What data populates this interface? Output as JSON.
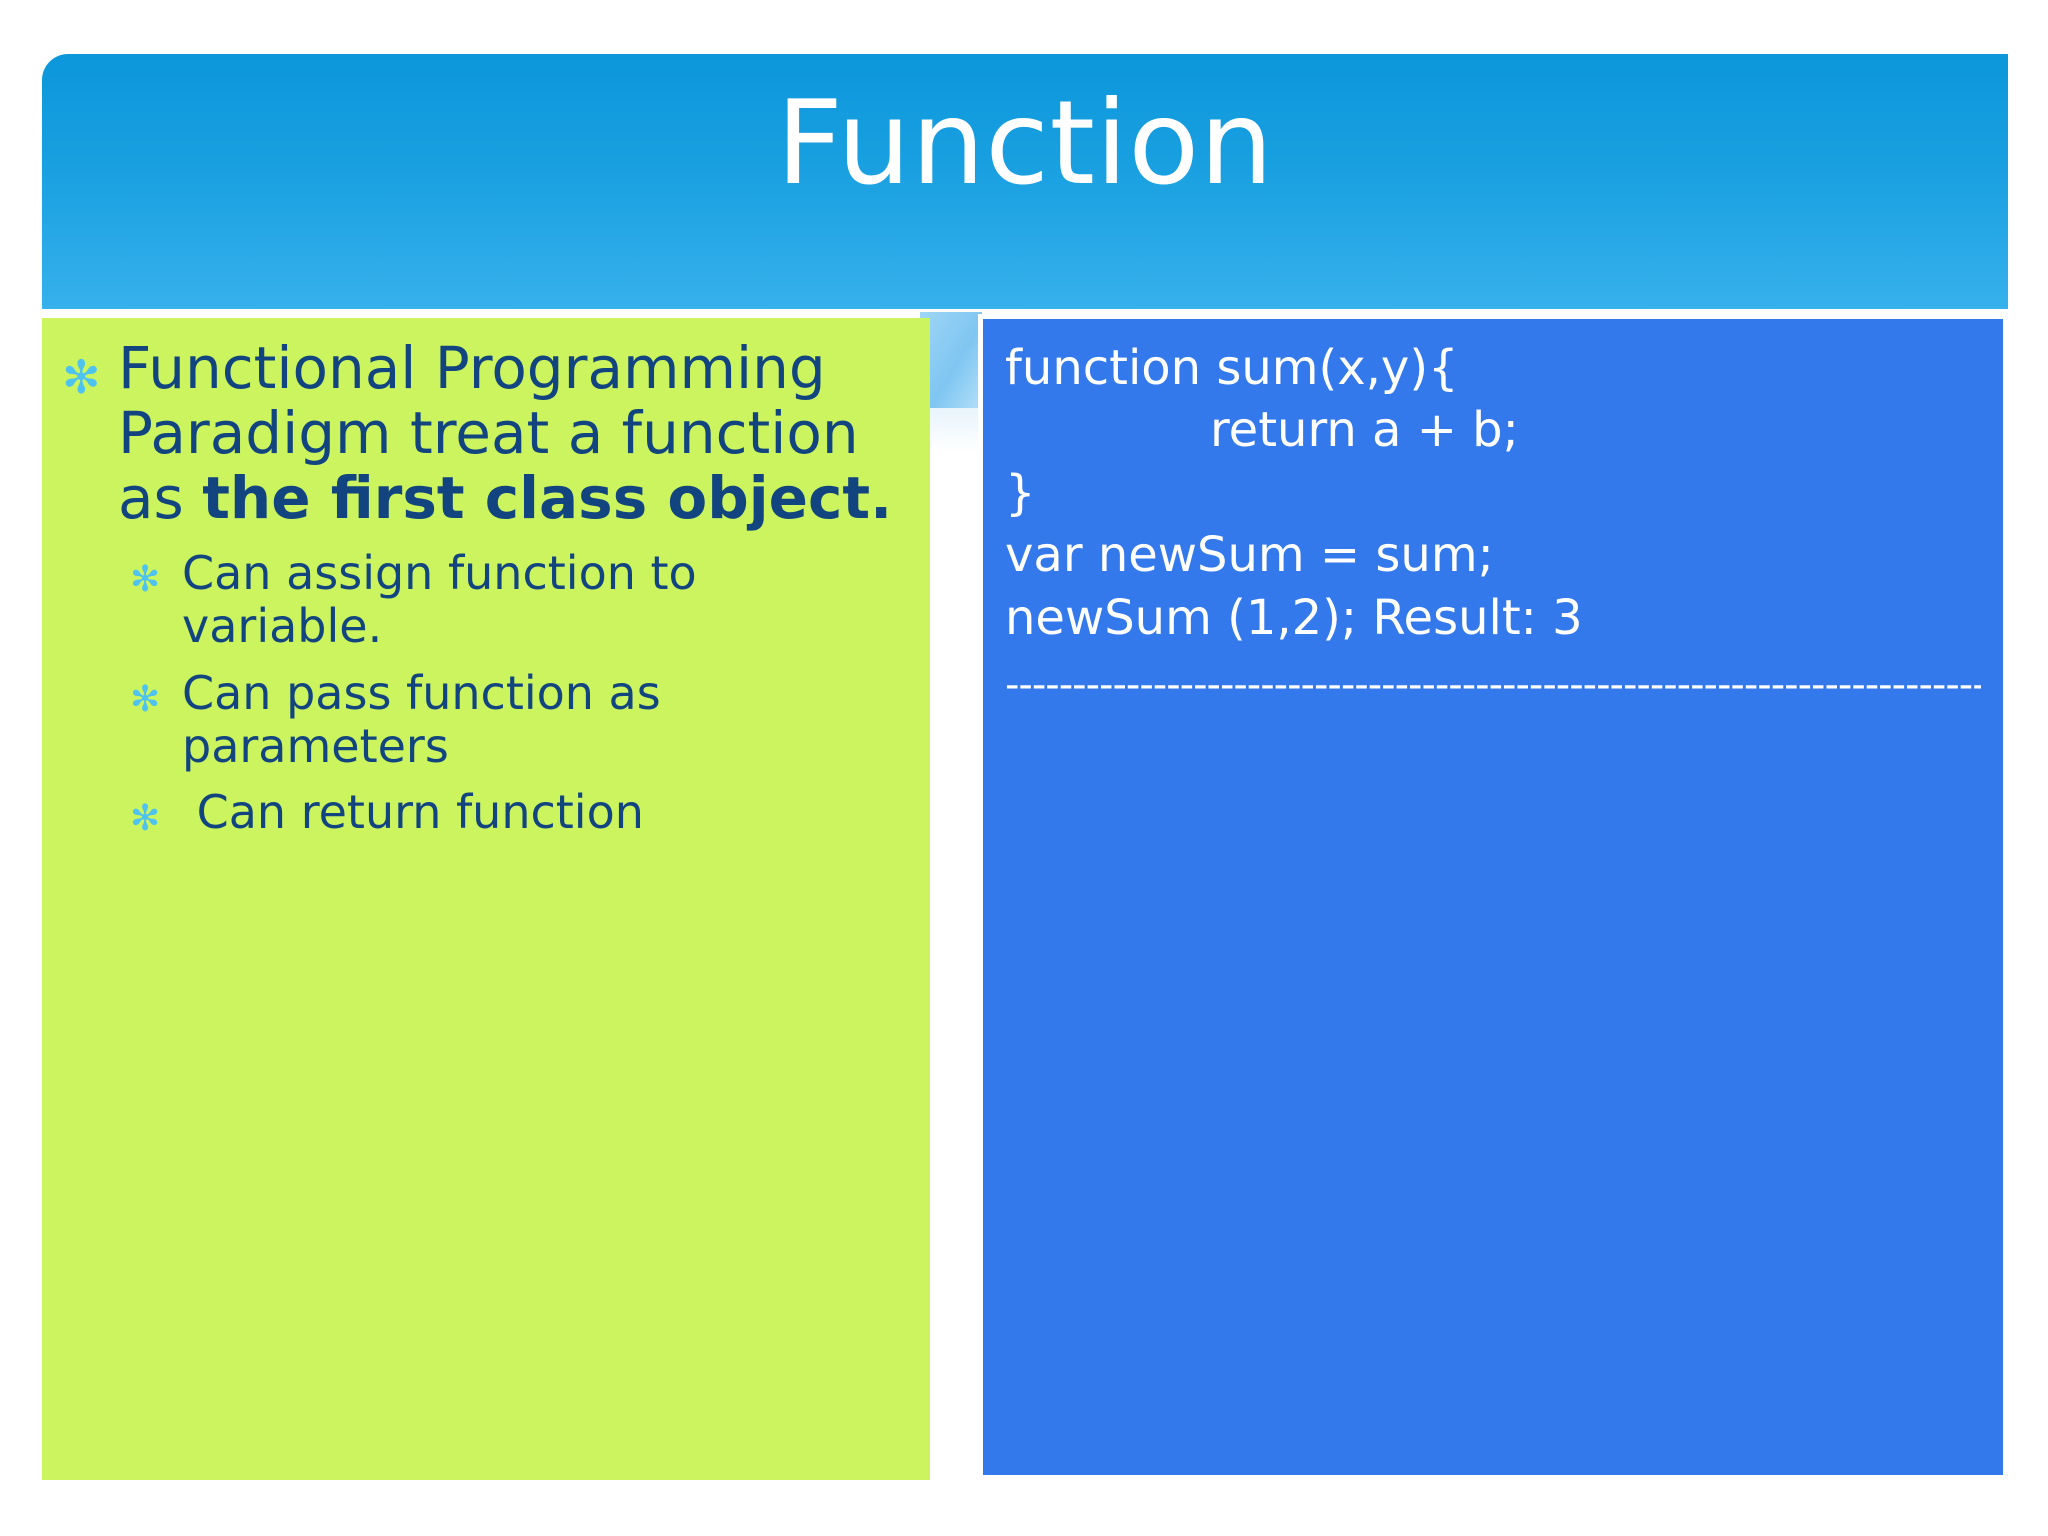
{
  "slide": {
    "title": "Function",
    "colors": {
      "header_gradient_top": "#0C97DB",
      "header_gradient_bottom": "#36B1EC",
      "left_panel_bg": "#CCF45E",
      "left_panel_text": "#12457F",
      "bullet_marker": "#4FC3F0",
      "code_panel_bg": "#3479EC",
      "code_panel_border": "#FFFFFF",
      "code_text": "#FFFFFF"
    }
  },
  "content": {
    "bullet_glyph": "✻",
    "main_bullet": {
      "text_before_bold": "Functional Programming Paradigm treat a function as ",
      "bold_text": "the first class object."
    },
    "sub_bullets": [
      {
        "text": "Can assign function to variable."
      },
      {
        "text": "Can pass function as parameters"
      },
      {
        "text": " Can return function"
      }
    ]
  },
  "code": {
    "lines": [
      {
        "text": "function sum(x,y){",
        "indent": false
      },
      {
        "text": "return a + b;",
        "indent": true
      },
      {
        "text": "}",
        "indent": false
      },
      {
        "text": "var newSum = sum;",
        "indent": false
      },
      {
        "text": "newSum (1,2); Result: 3",
        "indent": false
      }
    ],
    "divider": "-------------------------------------------------------------------------"
  }
}
